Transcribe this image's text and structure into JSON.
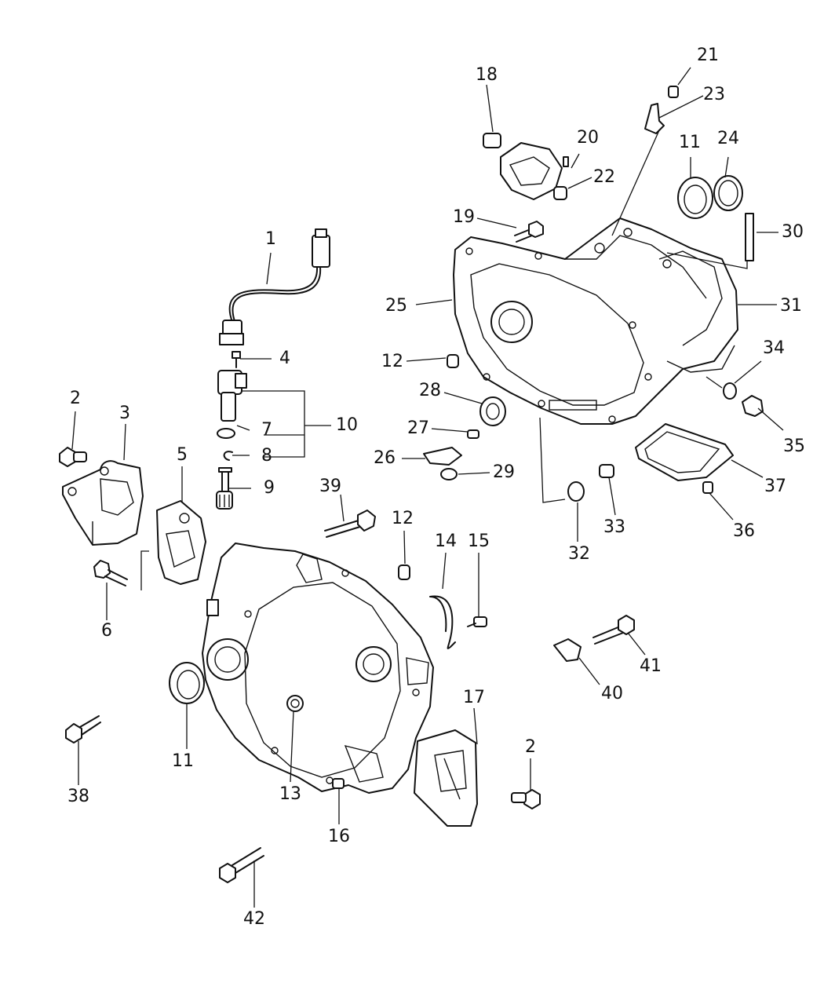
{
  "callouts": {
    "c1": "1",
    "c2a": "2",
    "c2b": "2",
    "c3": "3",
    "c4": "4",
    "c5": "5",
    "c6": "6",
    "c7": "7",
    "c8": "8",
    "c9": "9",
    "c10": "10",
    "c11a": "11",
    "c11b": "11",
    "c12a": "12",
    "c12b": "12",
    "c13": "13",
    "c14": "14",
    "c15": "15",
    "c16": "16",
    "c17": "17",
    "c18": "18",
    "c19": "19",
    "c20": "20",
    "c21": "21",
    "c22": "22",
    "c23": "23",
    "c24": "24",
    "c25": "25",
    "c26": "26",
    "c27": "27",
    "c28": "28",
    "c29": "29",
    "c30": "30",
    "c31": "31",
    "c32": "32",
    "c33": "33",
    "c34": "34",
    "c35": "35",
    "c36": "36",
    "c37": "37",
    "c38": "38",
    "c39": "39",
    "c40": "40",
    "c41": "41",
    "c42": "42"
  }
}
